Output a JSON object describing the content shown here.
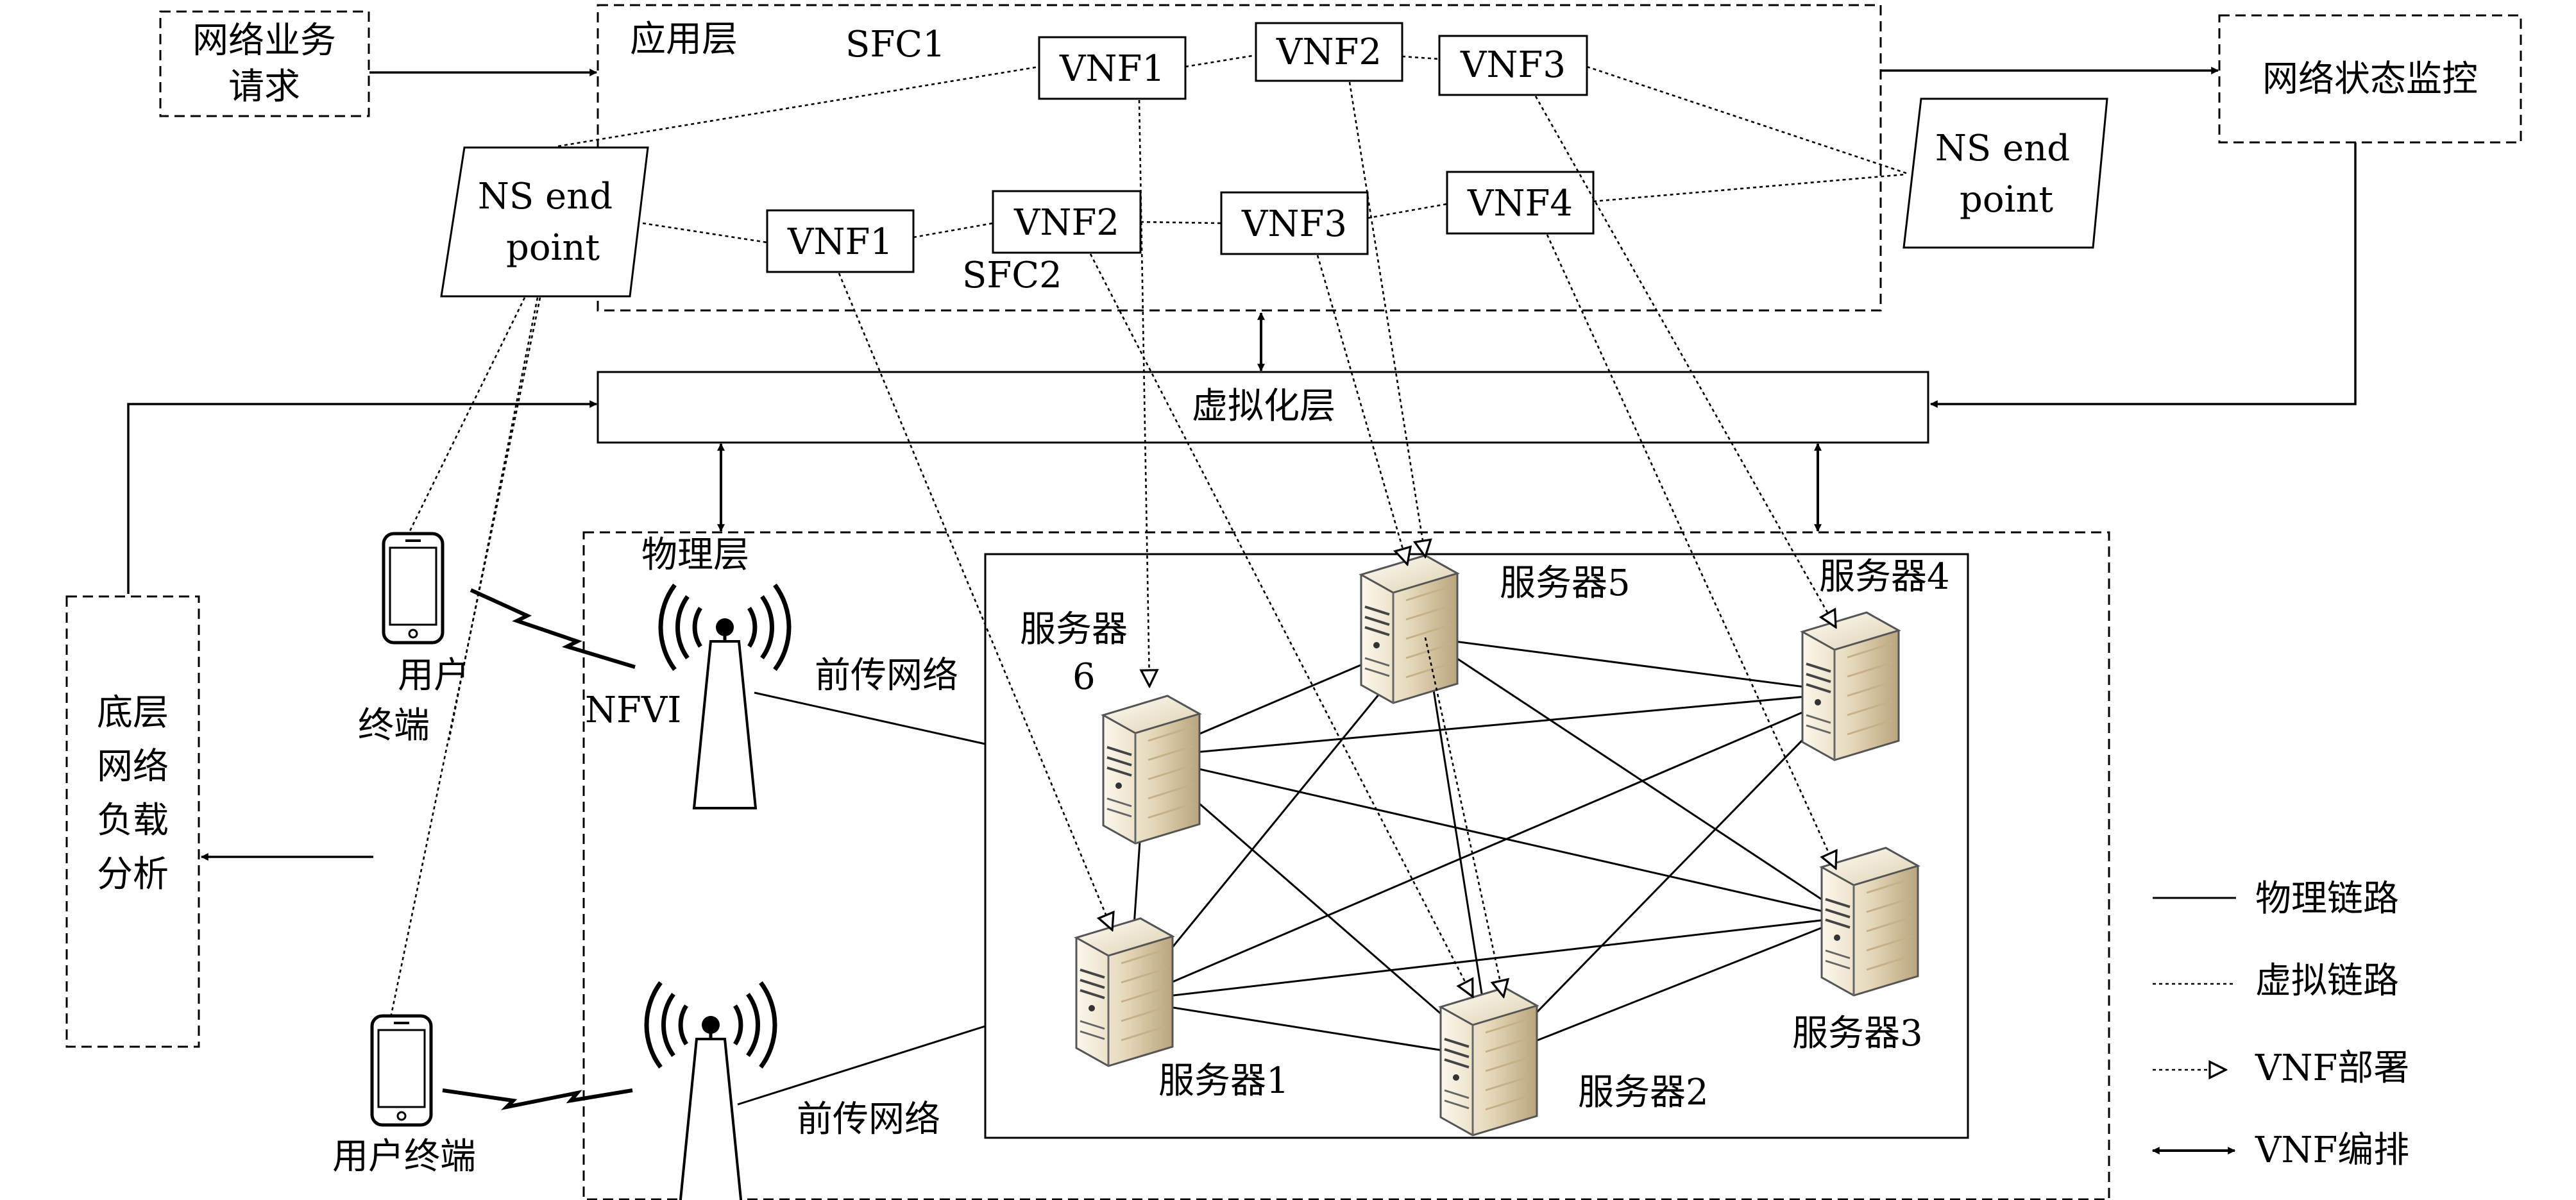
{
  "top": {
    "request": [
      "网络业务",
      "请求"
    ],
    "monitor": "网络状态监控",
    "app_layer": "应用层",
    "sfc1": "SFC1",
    "sfc2": "SFC2",
    "ns_end_point": [
      "NS end",
      "point"
    ]
  },
  "sfc1_vnfs": [
    "VNF1",
    "VNF2",
    "VNF3"
  ],
  "sfc2_vnfs": [
    "VNF1",
    "VNF2",
    "VNF3",
    "VNF4"
  ],
  "virtualization_layer": "虚拟化层",
  "physical": {
    "layer": "物理层",
    "nfvi": "NFVI",
    "fronthaul": "前传网络",
    "user_terminal_top": [
      "用户",
      "终端"
    ],
    "user_terminal_bottom": "用户终端",
    "load_analysis": [
      "底层",
      "网络",
      "负载",
      "分析"
    ]
  },
  "servers": {
    "s1": "服务器1",
    "s2": "服务器2",
    "s3": "服务器3",
    "s4": "服务器4",
    "s5": "服务器5",
    "s6": [
      "服务器",
      "6"
    ]
  },
  "legend": {
    "physical_link": "物理链路",
    "virtual_link": "虚拟链路",
    "vnf_deploy": "VNF部署",
    "vnf_orchestration": "VNF编排"
  },
  "icons": [
    "server-icon",
    "smartphone-icon",
    "antenna-tower-icon",
    "lightning-link-icon"
  ],
  "colors": {
    "server_body": "#ece3cc",
    "server_shade": "#c9b896",
    "line": "#000000"
  }
}
